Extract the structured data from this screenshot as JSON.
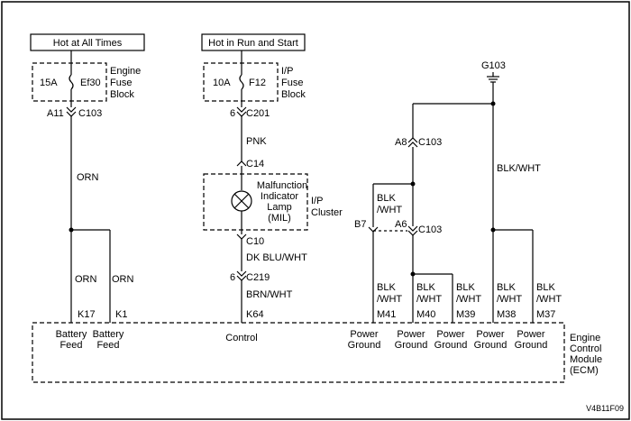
{
  "title_boxes": {
    "hot_all_times": "Hot at All Times",
    "hot_run_start": "Hot in Run and Start"
  },
  "engine_fuse": {
    "amp": "15A",
    "name": "Ef30",
    "label": [
      "Engine",
      "Fuse",
      "Block"
    ]
  },
  "ip_fuse": {
    "amp": "10A",
    "name": "F12",
    "label": [
      "I/P",
      "Fuse",
      "Block"
    ]
  },
  "ground": {
    "name": "G103"
  },
  "connectors": {
    "a11": "A11",
    "c103_top": "C103",
    "pin6_c201": "6",
    "c201": "C201",
    "c14": "C14",
    "c10": "C10",
    "pin6_c219": "6",
    "c219": "C219",
    "a8": "A8",
    "c103_a8": "C103",
    "a6": "A6",
    "c103_a6": "C103",
    "b7": "B7"
  },
  "wires": {
    "orn_main": "ORN",
    "orn_k17": "ORN",
    "orn_k1": "ORN",
    "pnk": "PNK",
    "dk_blu_wht": "DK BLU/WHT",
    "brn_wht": "BRN/WHT",
    "blk_wht_right": "BLK/WHT",
    "blk_wht_mid": [
      "BLK",
      "/WHT"
    ],
    "blk_wht_m41": [
      "BLK",
      "/WHT"
    ],
    "blk_wht_m40": [
      "BLK",
      "/WHT"
    ],
    "blk_wht_m39": [
      "BLK",
      "/WHT"
    ],
    "blk_wht_m38": [
      "BLK",
      "/WHT"
    ],
    "blk_wht_m37": [
      "BLK",
      "/WHT"
    ]
  },
  "lamp": {
    "label": [
      "Malfunction",
      "Indicator",
      "Lamp",
      "(MIL)"
    ],
    "cluster": [
      "I/P",
      "Cluster"
    ]
  },
  "ecm": {
    "pins": {
      "k17": "K17",
      "k1": "K1",
      "k64": "K64",
      "m41": "M41",
      "m40": "M40",
      "m39": "M39",
      "m38": "M38",
      "m37": "M37"
    },
    "functions": {
      "battery_feed": [
        "Battery",
        "Feed"
      ],
      "control": "Control",
      "power_ground": [
        "Power",
        "Ground"
      ]
    },
    "label": [
      "Engine",
      "Control",
      "Module",
      "(ECM)"
    ]
  },
  "figure_id": "V4B11F09"
}
